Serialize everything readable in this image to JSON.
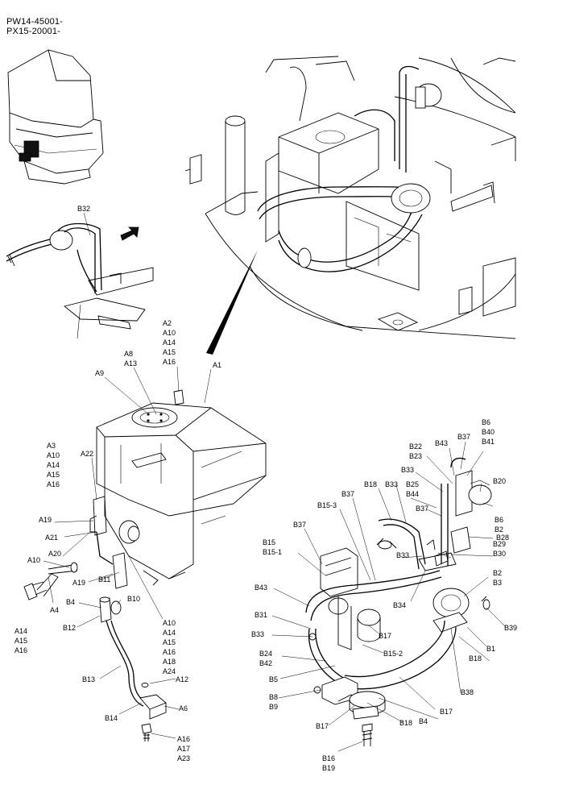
{
  "header": {
    "line1": "PW14-45001-",
    "line2": "PX15-20001-"
  },
  "labels": {
    "b32": "B32",
    "a2": "A2",
    "a10_top": "A10",
    "a14_top": "A14",
    "a15_top": "A15",
    "a16_top": "A16",
    "a1": "A1",
    "a8": "A8",
    "a13": "A13",
    "a9": "A9",
    "a3": "A3",
    "a10_left": "A10",
    "a14_left": "A14",
    "a15_left": "A15",
    "a16_left": "A16",
    "a22": "A22",
    "a19_a": "A19",
    "a21": "A21",
    "a20": "A20",
    "a10_mid": "A10",
    "a19_b": "A19",
    "b11": "B11",
    "a4": "A4",
    "a14_bl": "A14",
    "a15_bl": "A15",
    "a16_bl": "A16",
    "b4_left": "B4",
    "b10": "B10",
    "b12": "B12",
    "a10_r": "A10",
    "a14_r": "A14",
    "a15_r": "A15",
    "a16_r": "A16",
    "a18_r": "A18",
    "a24_r": "A24",
    "a12": "A12",
    "b13": "B13",
    "b14": "B14",
    "a6": "A6",
    "a16_bot": "A16",
    "a17_bot": "A17",
    "a23_bot": "A23",
    "b6_top": "B6",
    "b40": "B40",
    "b41": "B41",
    "b43_top": "B43",
    "b37_top": "B37",
    "b22": "B22",
    "b23": "B23",
    "b33_top": "B33",
    "b20": "B20",
    "b18_top": "B18",
    "b33_mid": "B33",
    "b25": "B25",
    "b44": "B44",
    "b37_mid": "B37",
    "b37_left": "B37",
    "b6_r": "B6",
    "b2_r": "B2",
    "b15_3": "B15-3",
    "b28": "B28",
    "b37_b": "B37",
    "b29": "B29",
    "b30": "B30",
    "b15": "B15",
    "b15_1": "B15-1",
    "b33_c": "B33",
    "b2_b": "B2",
    "b3": "B3",
    "b43_l": "B43",
    "b34": "B34",
    "b31": "B31",
    "b17_a": "B17",
    "b39": "B39",
    "b33_l": "B33",
    "b1": "B1",
    "b15_2": "B15-2",
    "b24": "B24",
    "b42": "B42",
    "b18_r": "B18",
    "b5": "B5",
    "b38": "B38",
    "b8": "B8",
    "b9": "B9",
    "b17_b": "B17",
    "b4_r": "B4",
    "b17_c": "B17",
    "b18_b": "B18",
    "b16": "B16",
    "b19": "B19"
  }
}
